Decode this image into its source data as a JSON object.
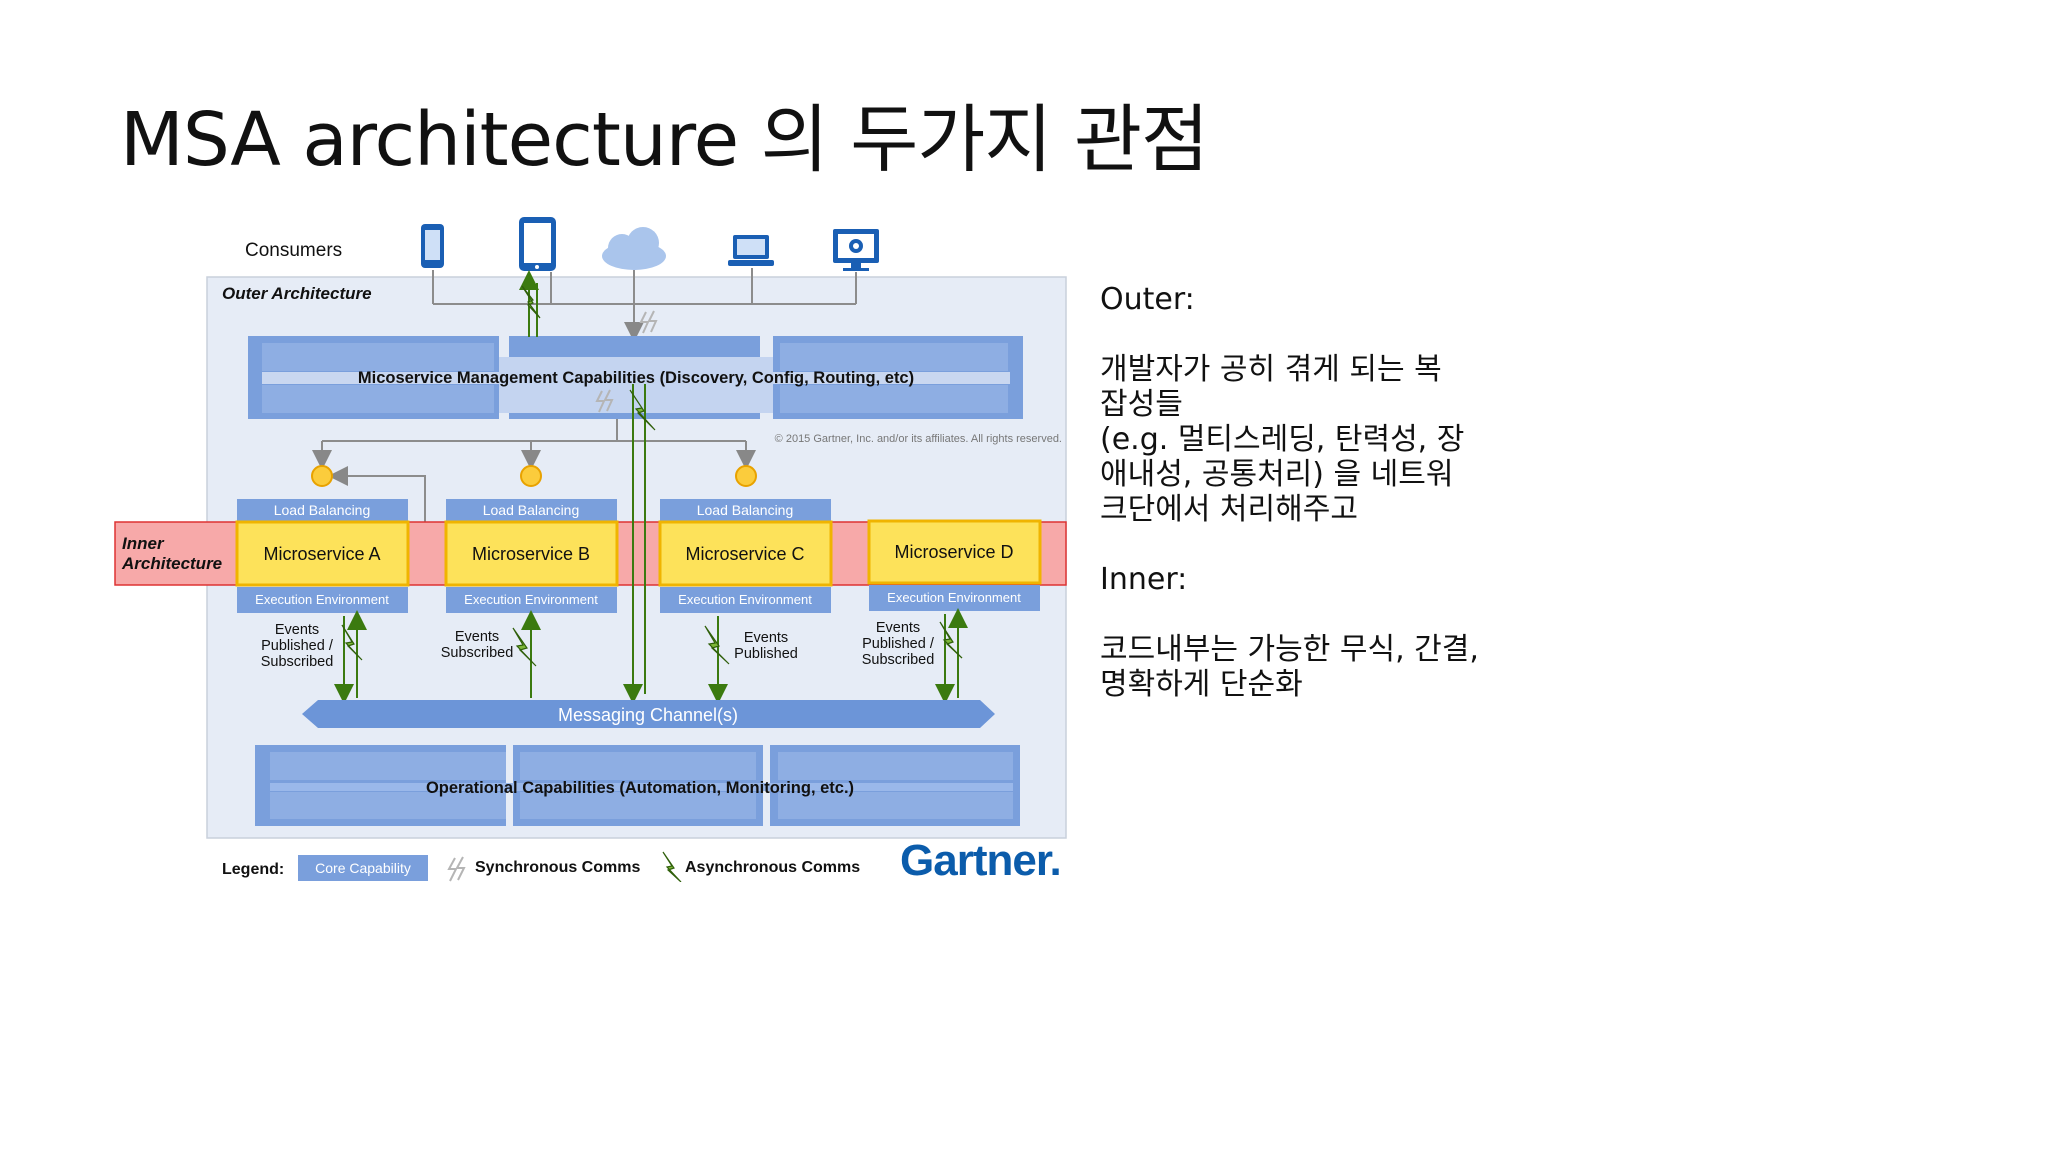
{
  "slide": {
    "title": "MSA architecture 의 두가지 관점"
  },
  "side_notes": {
    "outer_heading": "Outer:",
    "outer_body": "개발자가 공히 겪게 되는 복\n잡성들\n(e.g. 멀티스레딩, 탄력성, 장\n애내성, 공통처리) 을 네트워\n크단에서 처리해주고",
    "inner_heading": "Inner:",
    "inner_body": "코드내부는 가능한 무식, 간결,\n명확하게 단순화"
  },
  "diagram": {
    "consumers_label": "Consumers",
    "consumer_icons": [
      "phone-icon",
      "tablet-icon",
      "cloud-icon",
      "laptop-icon",
      "desktop-icon"
    ],
    "outer_label": "Outer Architecture",
    "inner_label_line1": "Inner",
    "inner_label_line2": "Architecture",
    "management_label": "Micoservice Management Capabilities (Discovery, Config, Routing, etc)",
    "copyright": "© 2015 Gartner, Inc. and/or its affiliates. All rights reserved.",
    "load_balancing": "Load Balancing",
    "execution_environment": "Execution Environment",
    "microservices": [
      "Microservice A",
      "Microservice B",
      "Microservice C",
      "Microservice D"
    ],
    "events": {
      "a_line1": "Events",
      "a_line2": "Published /",
      "a_line3": "Subscribed",
      "b_line1": "Events",
      "b_line2": "Subscribed",
      "c_line1": "Events",
      "c_line2": "Published",
      "d_line1": "Events",
      "d_line2": "Published /",
      "d_line3": "Subscribed"
    },
    "messaging_channel": "Messaging Channel(s)",
    "operational_label": "Operational Capabilities (Automation, Monitoring, etc.)",
    "colors": {
      "core_blue": "#7a9fdc",
      "outer_bg": "#e6ecf6",
      "inner_band": "#f7a9a9",
      "microservice_fill": "#fde25a",
      "microservice_border": "#f0b400",
      "async_green": "#5a8a1a"
    }
  },
  "legend": {
    "label": "Legend:",
    "core_capability": "Core Capability",
    "sync_comms": "Synchronous Comms",
    "async_comms": "Asynchronous Comms"
  },
  "brand": "Gartner."
}
